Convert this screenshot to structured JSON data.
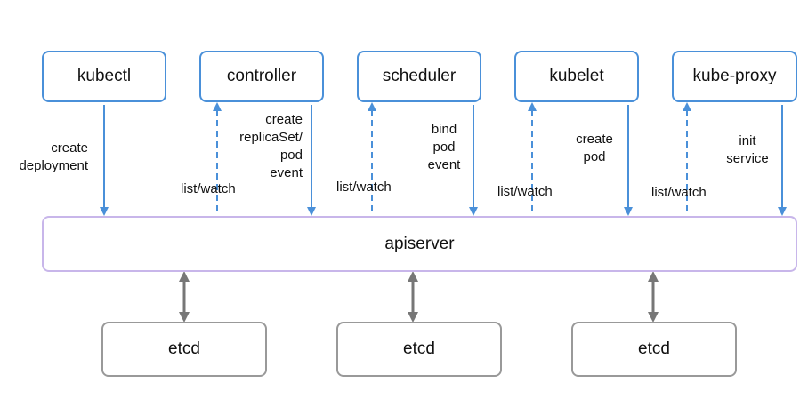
{
  "components": [
    {
      "label": "kubectl"
    },
    {
      "label": "controller"
    },
    {
      "label": "scheduler"
    },
    {
      "label": "kubelet"
    },
    {
      "label": "kube-proxy"
    }
  ],
  "apiserver": {
    "label": "apiserver"
  },
  "etcd": [
    {
      "label": "etcd"
    },
    {
      "label": "etcd"
    },
    {
      "label": "etcd"
    }
  ],
  "edge_labels": {
    "kubectl_action": [
      "create",
      "deployment"
    ],
    "controller_watch": "list/watch",
    "controller_action": [
      "create",
      "replicaSet/",
      "pod",
      "event"
    ],
    "scheduler_watch": "list/watch",
    "scheduler_action": [
      "bind",
      "pod",
      "event"
    ],
    "kubelet_watch": "list/watch",
    "kubelet_action": [
      "create",
      "pod"
    ],
    "proxy_watch": "list/watch",
    "proxy_action": [
      "init",
      "service"
    ]
  },
  "colors": {
    "component_border": "#4a90d9",
    "arrow_blue": "#4a90d9",
    "apiserver_border": "#c8b6ea",
    "etcd_border": "#999999",
    "etcd_arrow": "#777777"
  }
}
